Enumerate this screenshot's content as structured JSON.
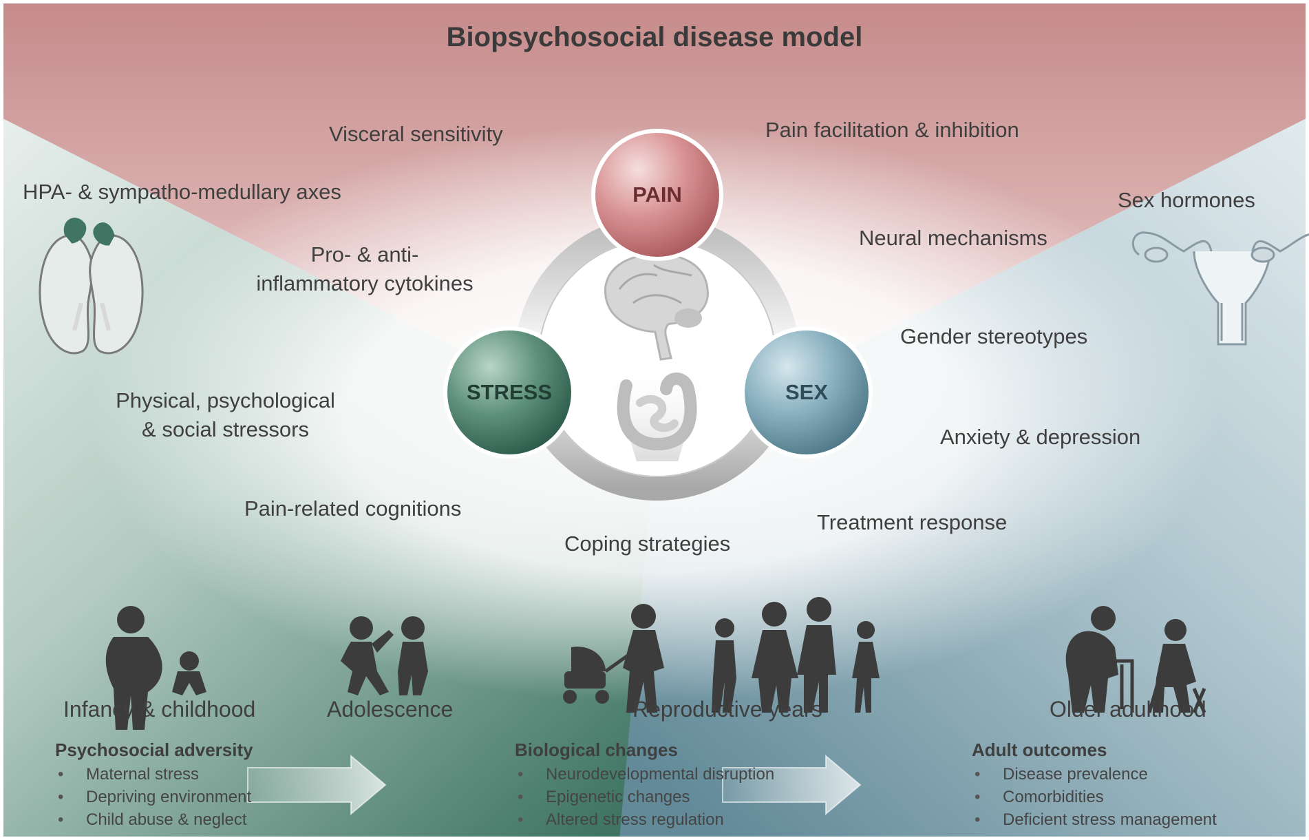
{
  "title": "Biopsychosocial disease model",
  "hubs": {
    "pain": "PAIN",
    "stress": "STRESS",
    "sex": "SEX"
  },
  "factors": {
    "visceral_sensitivity": "Visceral sensitivity",
    "pain_facilitation": "Pain facilitation & inhibition",
    "hpa_axes": "HPA- & sympatho-medullary axes",
    "sex_hormones": "Sex hormones",
    "neural_mechanisms": "Neural mechanisms",
    "cytokines_line1": "Pro- & anti-",
    "cytokines_line2": "inflammatory cytokines",
    "gender_stereotypes": "Gender stereotypes",
    "stressors_line1": "Physical, psychological",
    "stressors_line2": "& social stressors",
    "anxiety_depression": "Anxiety & depression",
    "pain_cognitions": "Pain-related cognitions",
    "treatment_response": "Treatment response",
    "coping_strategies": "Coping strategies"
  },
  "life_stages": {
    "infancy": "Infancy & childhood",
    "adolescence": "Adolescence",
    "reproductive": "Reproductive years",
    "older": "Older adulthood"
  },
  "boxes": {
    "adversity": {
      "heading": "Psychosocial adversity",
      "items": [
        "Maternal stress",
        "Depriving environment",
        "Child abuse & neglect"
      ]
    },
    "biological": {
      "heading": "Biological changes",
      "items": [
        "Neurodevelopmental disruption",
        "Epigenetic changes",
        "Altered stress regulation"
      ]
    },
    "outcomes": {
      "heading": "Adult outcomes",
      "items": [
        "Disease prevalence",
        "Comorbidities",
        "Deficient stress management"
      ]
    }
  },
  "colors": {
    "pain": "#c96f72",
    "stress": "#3f7562",
    "sex": "#6c9aab",
    "text": "#3f3f3f"
  },
  "icons": {
    "kidney_adrenal": "kidney-adrenal-icon",
    "uterus": "uterus-icon",
    "brain": "brain-icon",
    "intestine": "intestine-icon",
    "pregnant_child": "pregnant-woman-child-icon",
    "adolescents": "adolescents-icon",
    "parent_stroller": "parent-with-stroller-icon",
    "family": "family-icon",
    "elderly": "elderly-people-icon",
    "arrow": "progress-arrow-icon"
  }
}
